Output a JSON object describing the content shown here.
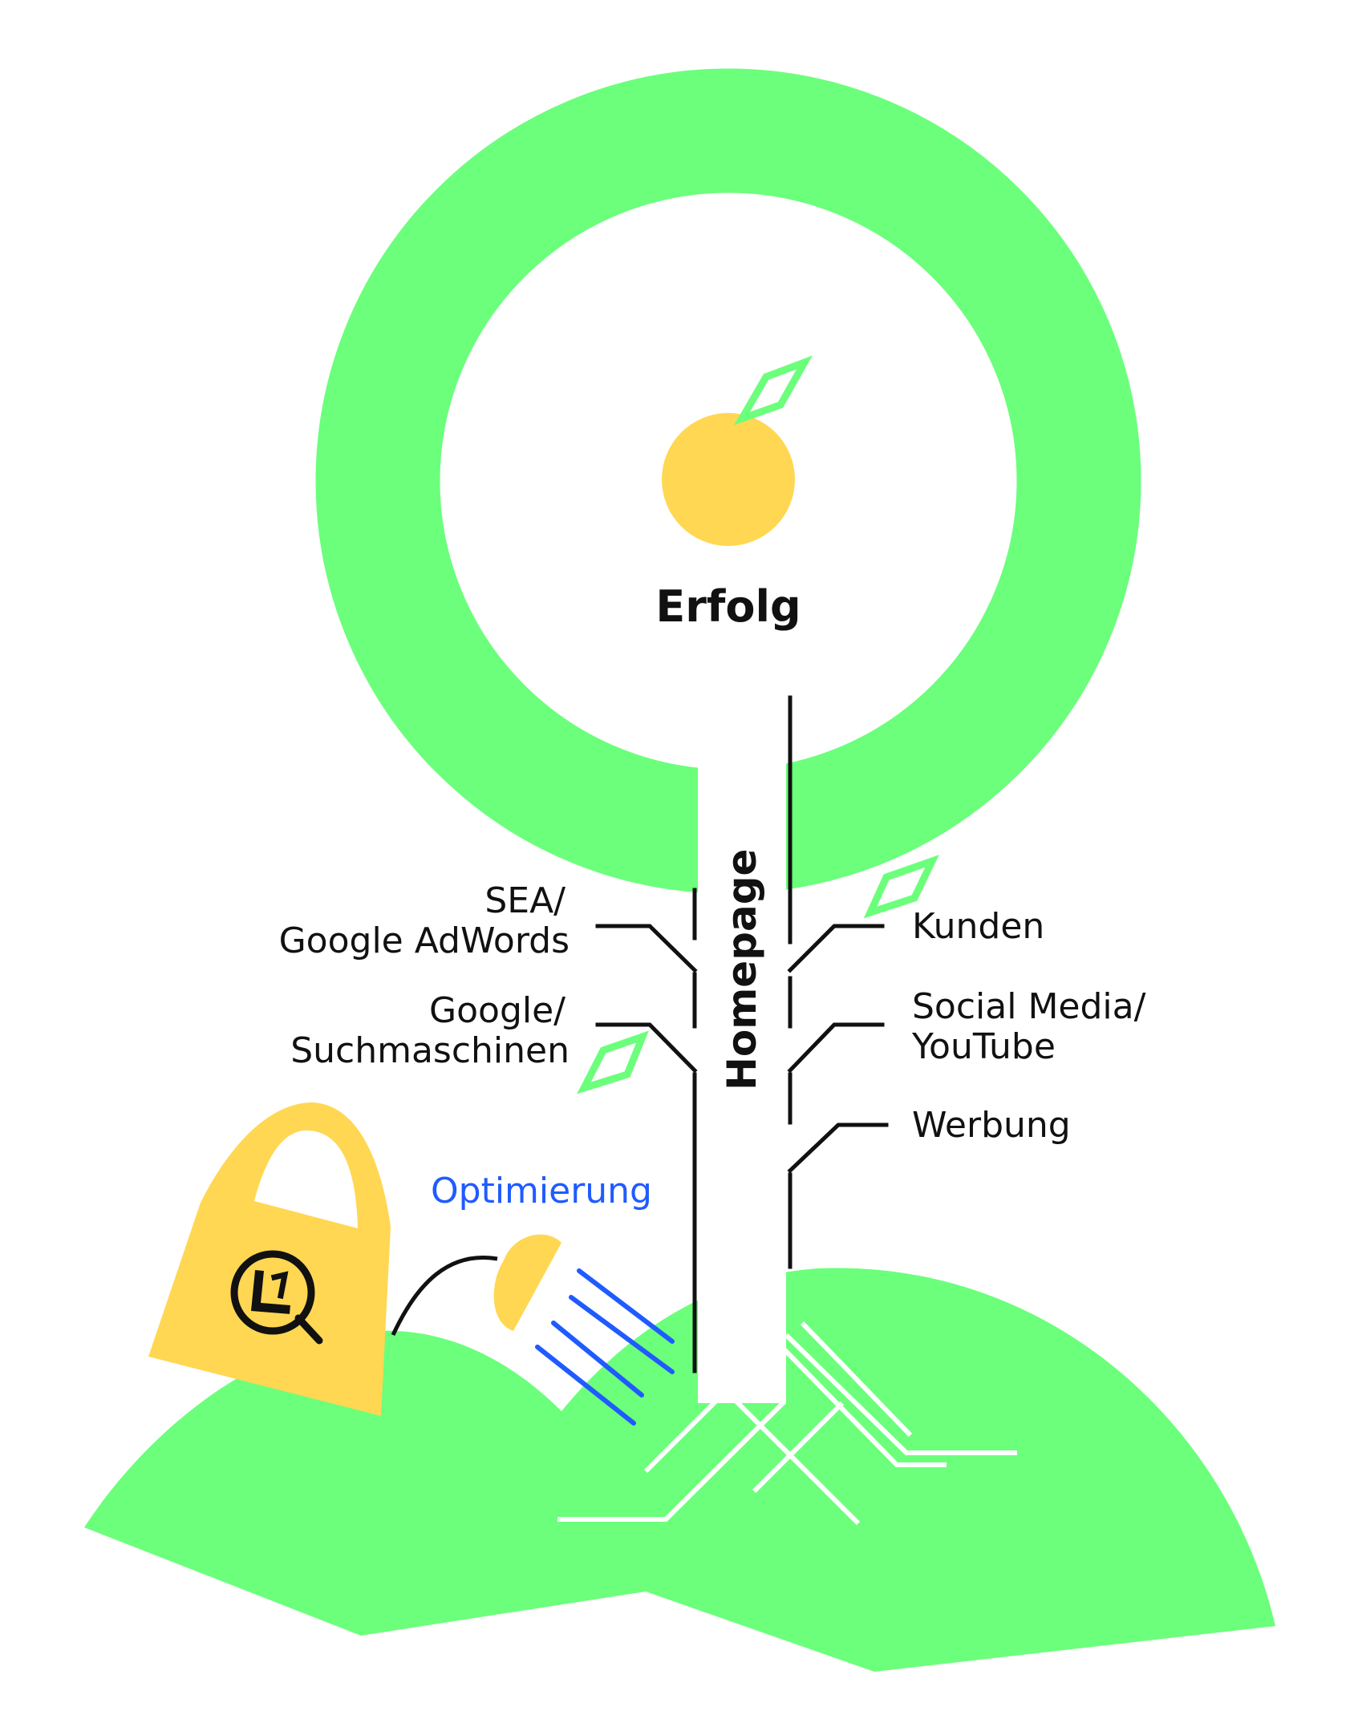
{
  "colors": {
    "green": "#6bff7b",
    "yellow": "#ffd752",
    "ink": "#111111",
    "blue": "#1f5bff",
    "white": "#ffffff"
  },
  "fruit_label": "Erfolg",
  "stem_label": "Homepage",
  "left_labels": {
    "sea_line1": "SEA/",
    "sea_line2": "Google AdWords",
    "google_line1": "Google/",
    "google_line2": "Suchmaschinen"
  },
  "right_labels": {
    "kunden": "Kunden",
    "social_line1": "Social Media/",
    "social_line2": "YouTube",
    "werbung": "Werbung"
  },
  "action_label": "Optimierung",
  "icons": [
    "leaf-icon",
    "fruit-icon",
    "watering-can-icon",
    "magnifier-logo-icon"
  ]
}
